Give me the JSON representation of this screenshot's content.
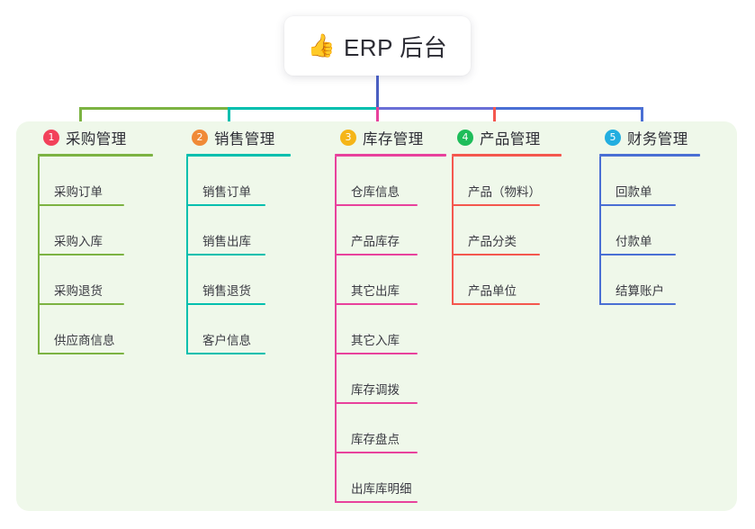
{
  "title": {
    "emoji": "👍",
    "emoji_name": "thumbs-up-icon",
    "text": "ERP 后台"
  },
  "palette": {
    "panel_bg": "#eff8ea",
    "card_bg": "#ffffff",
    "text": "#2d2d35",
    "stem_root": "#4a5fc1",
    "bus_green": "#7cb342",
    "bus_teal": "#00bfae",
    "bus_blue": "#6a6fd6",
    "bus_blue_right": "#4a6fd4"
  },
  "columns": [
    {
      "index": "1",
      "badge_color": "#f2415a",
      "line_color": "#7cb342",
      "title": "采购管理",
      "items": [
        "采购订单",
        "采购入库",
        "采购退货",
        "供应商信息"
      ]
    },
    {
      "index": "2",
      "badge_color": "#f08a37",
      "line_color": "#00bfae",
      "title": "销售管理",
      "items": [
        "销售订单",
        "销售出库",
        "销售退货",
        "客户信息"
      ]
    },
    {
      "index": "3",
      "badge_color": "#f5b518",
      "line_color": "#e8419c",
      "title": "库存管理",
      "items": [
        "仓库信息",
        "产品库存",
        "其它出库",
        "其它入库",
        "库存调拨",
        "库存盘点",
        "出库库明细"
      ]
    },
    {
      "index": "4",
      "badge_color": "#1ebd5a",
      "line_color": "#f4574e",
      "title": "产品管理",
      "items": [
        "产品（物料）",
        "产品分类",
        "产品单位"
      ]
    },
    {
      "index": "5",
      "badge_color": "#22aee0",
      "line_color": "#4a6fd4",
      "title": "财务管理",
      "items": [
        "回款单",
        "付款单",
        "结算账户"
      ]
    }
  ]
}
